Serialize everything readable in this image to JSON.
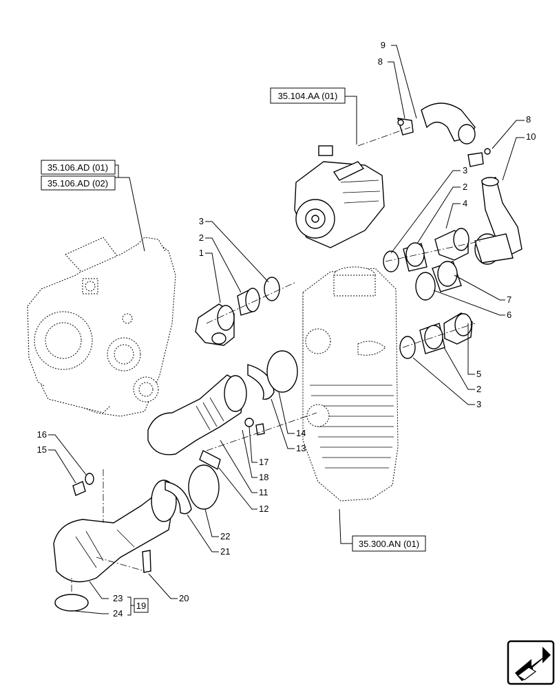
{
  "references": {
    "r104": "35.104.AA (01)",
    "r106a": "35.106.AD (01)",
    "r106b": "35.106.AD (02)",
    "r300": "35.300.AN (01)"
  },
  "callouts": {
    "n1": "1",
    "n2a": "2",
    "n2b": "2",
    "n2c": "2",
    "n3a": "3",
    "n3b": "3",
    "n3c": "3",
    "n4": "4",
    "n5": "5",
    "n6": "6",
    "n7": "7",
    "n8a": "8",
    "n8b": "8",
    "n9": "9",
    "n10": "10",
    "n11": "11",
    "n12": "12",
    "n13": "13",
    "n14": "14",
    "n15": "15",
    "n16": "16",
    "n17": "17",
    "n18": "18",
    "n19": "19",
    "n20": "20",
    "n21": "21",
    "n22": "22",
    "n23": "23",
    "n24": "24"
  },
  "icons": {
    "nav": "next-page-arrow-icon"
  }
}
